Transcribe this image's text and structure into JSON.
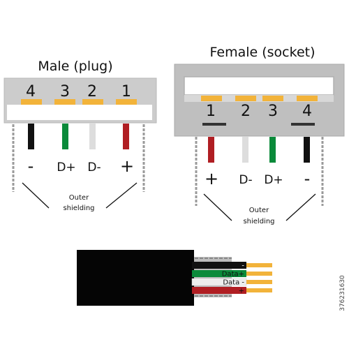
{
  "male": {
    "title": "Male (plug)",
    "pins": [
      "4",
      "3",
      "2",
      "1"
    ],
    "signals": [
      "-",
      "D+",
      "D-",
      "+"
    ],
    "shield_label_line1": "Outer",
    "shield_label_line2": "shielding"
  },
  "female": {
    "title": "Female (socket)",
    "pins": [
      "1",
      "2",
      "3",
      "4"
    ],
    "signals": [
      "+",
      "D-",
      "D+",
      "-"
    ],
    "shield_label_line1": "Outer",
    "shield_label_line2": "shielding"
  },
  "cable": {
    "wires": [
      "-",
      "Data+",
      "Data -",
      "+"
    ]
  },
  "stock_id": "376231630",
  "colors": {
    "black_wire": "#111111",
    "green_wire": "#0a8a3a",
    "white_wire": "#dddddd",
    "red_wire": "#b01e23",
    "gold_contact": "#f2b33a",
    "housing": "#cccccc",
    "housing_dark": "#bfbfbf"
  }
}
